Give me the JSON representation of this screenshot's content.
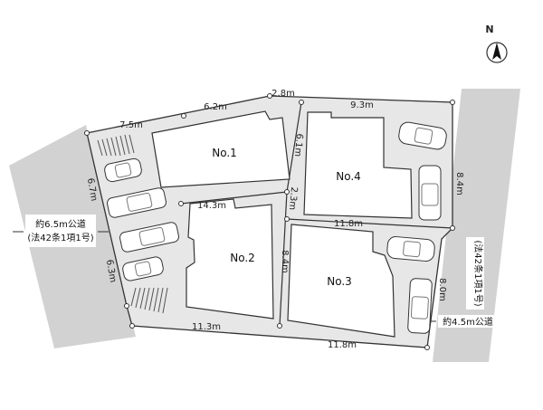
{
  "compass": {
    "label": "N"
  },
  "lots": [
    {
      "id": "lot-1",
      "label": "No.1"
    },
    {
      "id": "lot-2",
      "label": "No.2"
    },
    {
      "id": "lot-3",
      "label": "No.3"
    },
    {
      "id": "lot-4",
      "label": "No.4"
    }
  ],
  "dimensions": {
    "top_left": "7.5m",
    "top_mid": "6.2m",
    "top_small": "2.8m",
    "top_right": "9.3m",
    "left_upper": "6.7m",
    "left_lower": "6.3m",
    "mid_diag": "14.3m",
    "lot1_right": "6.1m",
    "between_1_2": "2.3m",
    "lot4_right": "8.4m",
    "lot4_bottom": "11.8m",
    "lot2_right": "8.4m",
    "lot3_right": "8.0m",
    "bottom_left": "11.3m",
    "bottom_right": "11.8m"
  },
  "roads": {
    "west_line1": "約6.5m公道",
    "west_line2": "(法42条1項1号)",
    "east_vertical": "(法42条1項1号)",
    "south_east": "約4.5m公道"
  },
  "colors": {
    "site": "#e7e7e7",
    "road": "#d2d2d2",
    "building": "#ffffff",
    "line": "#333333"
  }
}
